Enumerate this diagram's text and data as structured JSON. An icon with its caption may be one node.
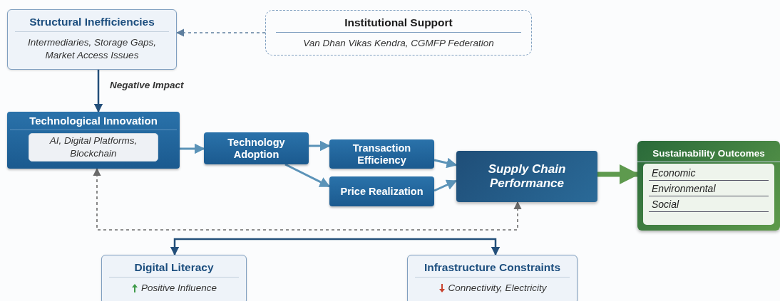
{
  "diagram": {
    "nodes": [
      {
        "text": [
          "Structural Inefficiencies",
          "Intermediaries, Storage Gaps, Market Access Issues"
        ]
      },
      {
        "text": [
          "Institutional Support",
          "Van Dhan Vikas Kendra, CGMFP Federation"
        ]
      },
      {
        "text": [
          "Technological Innovation"
        ]
      },
      {
        "text": [
          "AI, Digital Platforms, Blockchain"
        ],
        "in": 2
      },
      {
        "text": [
          "Technology Adoption"
        ]
      },
      {
        "text": [
          "Transaction Efficiency"
        ]
      },
      {
        "text": [
          "Price Realization"
        ]
      },
      {
        "text": [
          "Supply Chain Performance"
        ]
      },
      {
        "text": [
          "Sustainability Outcomes"
        ]
      },
      {
        "text": [
          "Economic",
          "Environmental",
          "Social"
        ],
        "in": 8
      },
      {
        "text": [
          "Digital Literacy",
          "Positive Influence"
        ]
      },
      {
        "text": [
          "Infrastructure Constraints",
          "Connectivity, Electricity"
        ]
      }
    ],
    "edges": [
      {
        "from": 1,
        "to": 0,
        "arrow": "to",
        "style": "dashed",
        "color": "#5f7f9f"
      },
      {
        "from": 0,
        "to": 2,
        "arrow": "to",
        "label": "Negative Impact",
        "color": "#234f7a"
      },
      {
        "from": 2,
        "to": 4,
        "arrow": "to"
      },
      {
        "from": 4,
        "to": 5,
        "arrow": "to"
      },
      {
        "from": 4,
        "to": 6,
        "arrow": "to"
      },
      {
        "from": 5,
        "to": 7,
        "arrow": "to"
      },
      {
        "from": 6,
        "to": 7,
        "arrow": "to"
      },
      {
        "from": 7,
        "to": 8,
        "arrow": "to",
        "style": "thick",
        "color": "#5e9a4e"
      },
      {
        "from": 7,
        "to": 2,
        "arrow": "both",
        "style": "dashed",
        "color": "#6b6b6b"
      },
      {
        "from": 10,
        "to": 11,
        "arrow": "both",
        "color": "#234f7a"
      }
    ]
  }
}
